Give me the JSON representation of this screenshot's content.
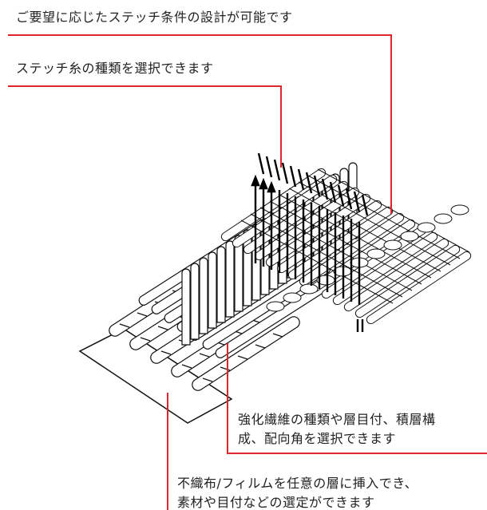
{
  "labels": {
    "stitch_design": "ご要望に応じたステッチ条件の設計が可能です",
    "stitch_thread": "ステッチ糸の種類を選択できます",
    "fiber_line1": "強化繊維の種類や層目付、積層構",
    "fiber_line2": "成、配向角を選択できます",
    "nonwoven_line1": "不織布/フィルムを任意の層に挿入でき、",
    "nonwoven_line2": "素材や目付などの選定ができます"
  },
  "colors": {
    "leader": "#e0262b",
    "ink": "#111111",
    "text": "#222222"
  }
}
